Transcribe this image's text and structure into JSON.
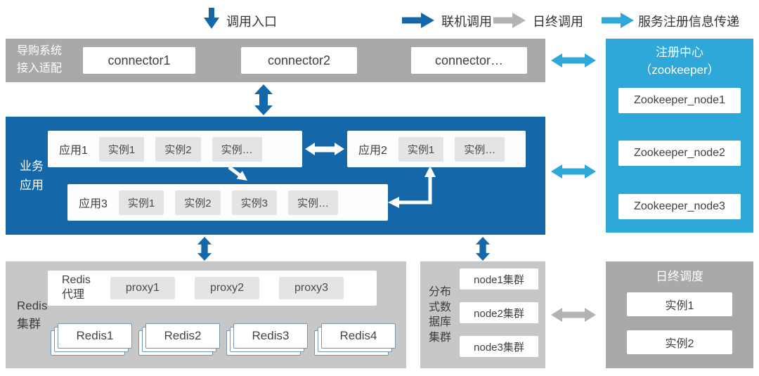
{
  "colors": {
    "dark_blue": "#1467a8",
    "light_blue": "#2ea8d8",
    "band_gray_dark": "#a9a9a9",
    "band_gray_light": "#c7c7c7",
    "instance_gray": "#e4e4e4",
    "arrow_gray": "#b3b3b3"
  },
  "legend": {
    "entry_label": "调用入口",
    "online_label": "联机调用",
    "eod_label": "日终调用",
    "registry_label": "服务注册信息传递"
  },
  "adapter_band": {
    "label": "导购系统\n接入适配",
    "connectors": [
      "connector1",
      "connector2",
      "connector…"
    ]
  },
  "registry": {
    "title": "注册中心\n（zookeeper）",
    "nodes": [
      "Zookeeper_node1",
      "Zookeeper_node2",
      "Zookeeper_node3"
    ]
  },
  "business": {
    "label": "业务\n应用",
    "app1": {
      "name": "应用1",
      "instances": [
        "实例1",
        "实例2",
        "实例…"
      ]
    },
    "app2": {
      "name": "应用2",
      "instances": [
        "实例1",
        "实例…"
      ]
    },
    "app3": {
      "name": "应用3",
      "instances": [
        "实例1",
        "实例2",
        "实例3",
        "实例…"
      ]
    }
  },
  "redis": {
    "label": "Redis\n集群",
    "proxy_label": "Redis\n代理",
    "proxies": [
      "proxy1",
      "proxy2",
      "proxy3"
    ],
    "nodes": [
      "Redis1",
      "Redis2",
      "Redis3",
      "Redis4"
    ]
  },
  "database": {
    "label": "分布\n式数\n据库\n集群",
    "nodes": [
      "node1集群",
      "node2集群",
      "node3集群"
    ]
  },
  "eod": {
    "title": "日终调度",
    "instances": [
      "实例1",
      "实例2"
    ]
  }
}
